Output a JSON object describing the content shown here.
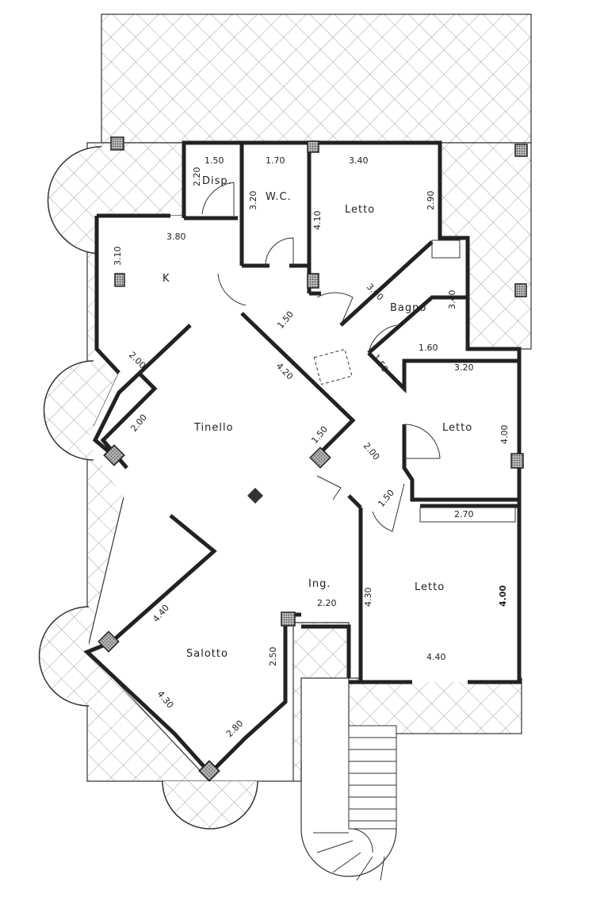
{
  "plan": {
    "rooms": {
      "disp": "Disp.",
      "wc": "W.C.",
      "letto_top": "Letto",
      "k": "K",
      "bagno": "Bagno",
      "tinello": "Tinello",
      "letto_mid": "Letto",
      "letto_bottom": "Letto",
      "ingresso": "Ing.",
      "salotto": "Salotto"
    },
    "dimensions": {
      "disp_w": "1.50",
      "disp_h": "2.20",
      "wc_w": "1.70",
      "wc_h": "3.20",
      "letto_top_w": "3.40",
      "letto_top_h1": "4.10",
      "letto_top_h2": "2.90",
      "k_w": "3.80",
      "k_h": "3.10",
      "hall_diag": "1.50",
      "bagno_diag": "3.00",
      "bagno_h": "3.40",
      "bagno_w": "1.60",
      "bagno_door": "1.50",
      "tinello_diag1": "4.20",
      "tinello_side1": "2.00",
      "tinello_side2": "2.00",
      "tinello_side3": "1.50",
      "hall2": "2.00",
      "letto_mid_w": "3.20",
      "letto_mid_h": "4.00",
      "hall_door": "1.50",
      "closet": "2.70",
      "letto_bottom_h1": "4.30",
      "ing_w": "2.20",
      "letto_bottom_h2": "4.00",
      "letto_bottom_w": "4.40",
      "salotto_side1": "4.40",
      "salotto_h": "2.50",
      "salotto_side2": "4.30",
      "salotto_w": "2.80"
    }
  }
}
